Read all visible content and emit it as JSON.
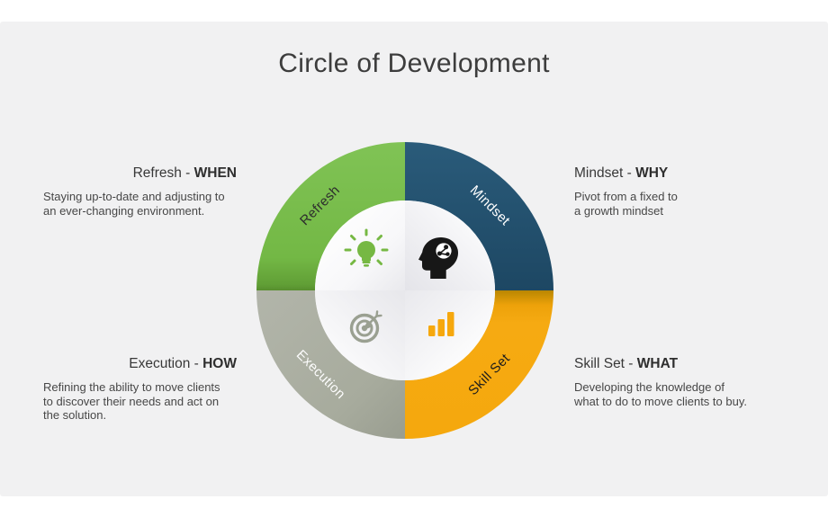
{
  "title": "Circle of Development",
  "canvas_background": "#f1f1f2",
  "quadrants": [
    {
      "id": "refresh",
      "position": "top-left",
      "ring_label": "Refresh",
      "heading_prefix": "Refresh - ",
      "keyword": "WHEN",
      "description": "Staying up-to-date and adjusting to\nan ever-changing environment.",
      "color": "#76b843",
      "ring_label_color": "#2d2d2d",
      "icon": "lightbulb-icon"
    },
    {
      "id": "mindset",
      "position": "top-right",
      "ring_label": "Mindset",
      "heading_prefix": "Mindset - ",
      "keyword": "WHY",
      "description": "Pivot from a fixed to\na growth mindset",
      "color": "#23506a",
      "ring_label_color": "#ffffff",
      "icon": "head-idea-icon"
    },
    {
      "id": "execution",
      "position": "bottom-left",
      "ring_label": "Execution",
      "heading_prefix": "Execution - ",
      "keyword": "HOW",
      "description": "Refining the ability to move clients\nto discover their needs and act on\nthe solution.",
      "color": "#a9ad9f",
      "ring_label_color": "#fdfdfd",
      "icon": "target-icon"
    },
    {
      "id": "skillset",
      "position": "bottom-right",
      "ring_label": "Skill Set",
      "heading_prefix": "Skill Set - ",
      "keyword": "WHAT",
      "description": "Developing the knowledge of\nwhat to do to move clients to buy.",
      "color": "#f5a80e",
      "ring_label_color": "#1c1c1c",
      "icon": "bar-chart-icon"
    }
  ]
}
